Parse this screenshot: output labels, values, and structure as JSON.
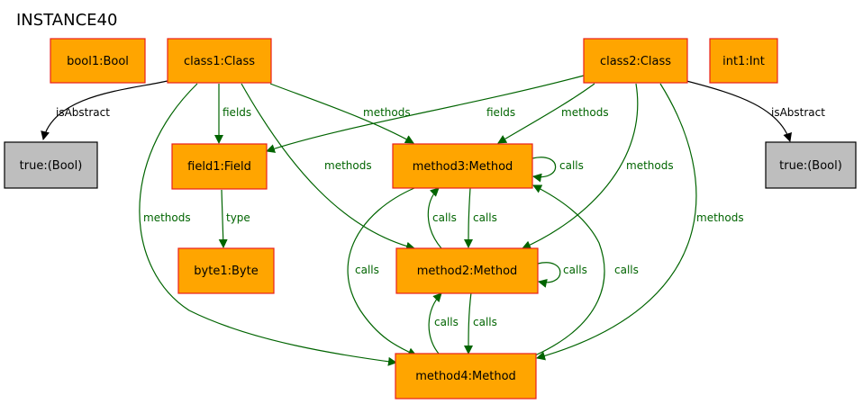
{
  "title": "INSTANCE40",
  "colors": {
    "object_fill": "#FFA500",
    "object_stroke": "#E8201A",
    "value_fill": "#BEBEBE",
    "value_stroke": "#000000",
    "edge_green": "#006400",
    "edge_black": "#000000"
  },
  "nodes": {
    "bool1": "bool1:Bool",
    "class1": "class1:Class",
    "class2": "class2:Class",
    "int1": "int1:Int",
    "true_left": "true:(Bool)",
    "field1": "field1:Field",
    "method3": "method3:Method",
    "true_right": "true:(Bool)",
    "byte1": "byte1:Byte",
    "method2": "method2:Method",
    "method4": "method4:Method"
  },
  "edges": {
    "class1_isabstract": "isAbstract",
    "class1_fields": "fields",
    "class1_methods_m3": "methods",
    "class1_methods_m2": "methods",
    "class1_methods_m4": "methods",
    "class2_fields": "fields",
    "class2_methods_m3": "methods",
    "class2_methods_m2": "methods",
    "class2_methods_m4": "methods",
    "class2_isabstract": "isAbstract",
    "field1_type": "type",
    "m3_self_calls": "calls",
    "m3_m2_calls": "calls",
    "m2_m3_calls": "calls",
    "m2_self_calls": "calls",
    "m2_m4_calls": "calls",
    "m4_m2_calls": "calls",
    "m3_m4_calls": "calls",
    "m4_m3_calls": "calls"
  }
}
